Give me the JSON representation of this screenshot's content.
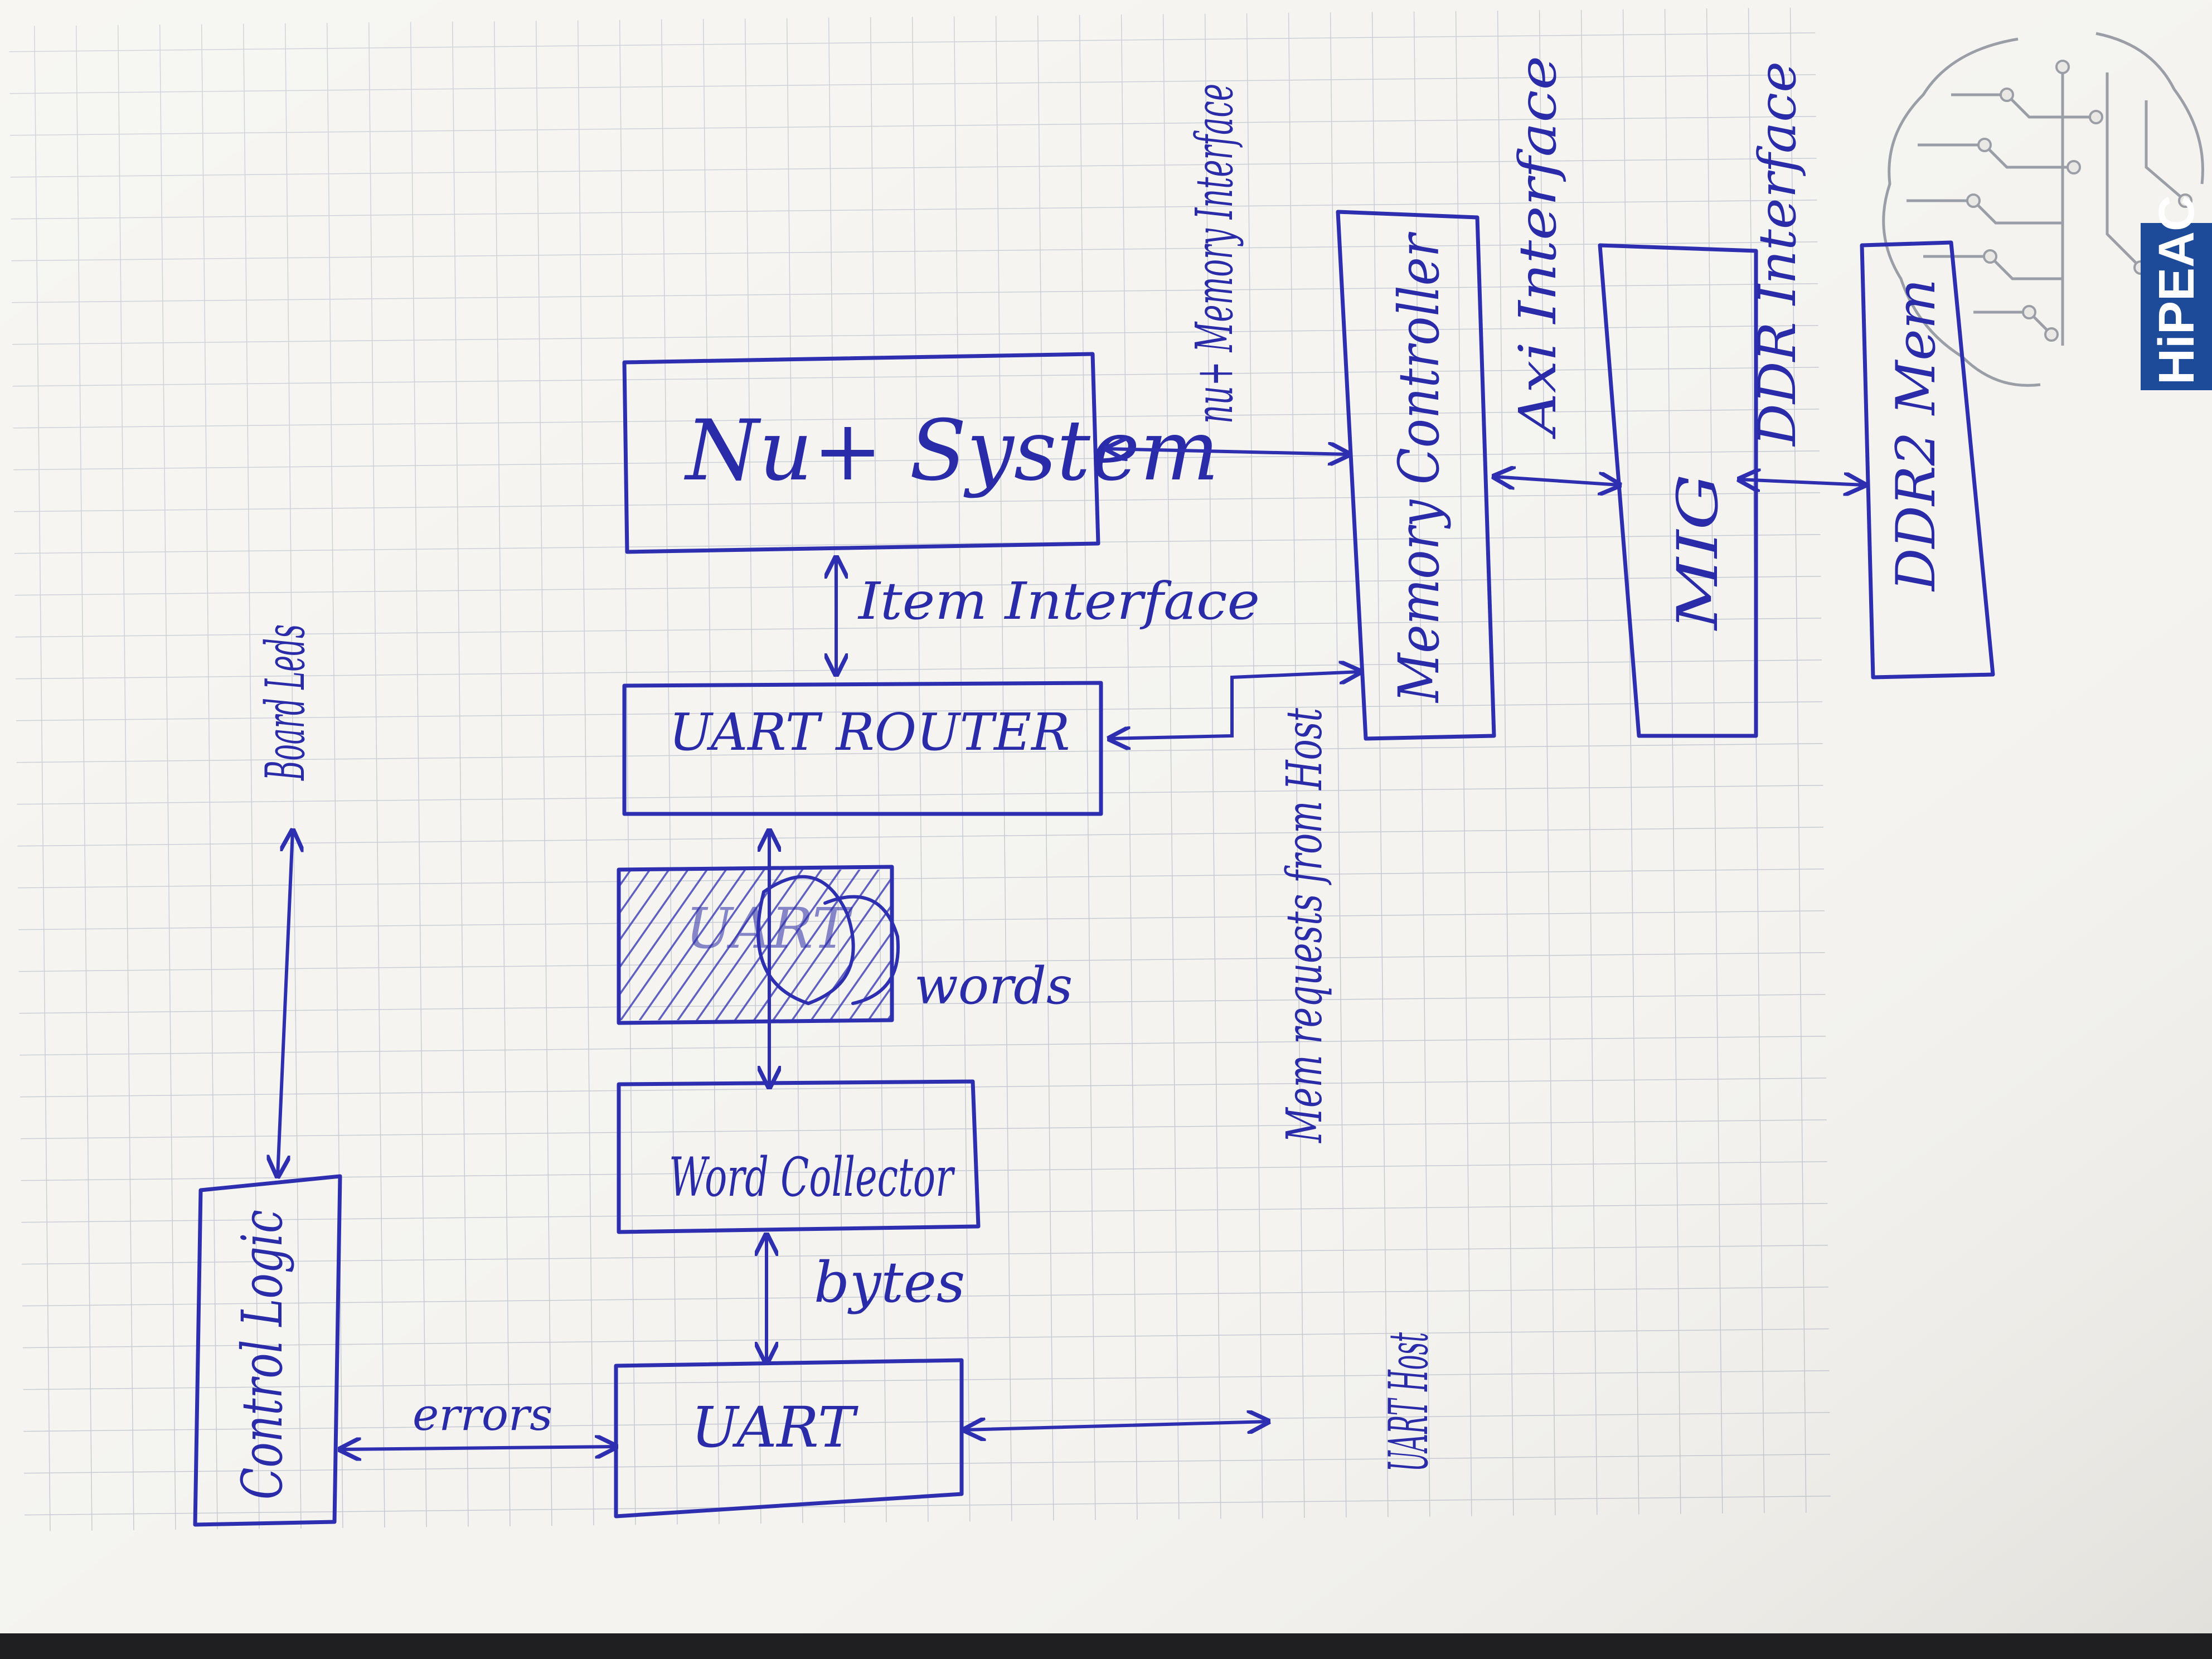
{
  "diagram": {
    "blocks": {
      "nu_system": "Nu+ System",
      "uart_router": "UART ROUTER",
      "scratched_uart": "UART",
      "word_collector": "Word Collector",
      "uart": "UART",
      "control_logic": "Control Logic",
      "memory_controller": "Memory Controller",
      "mig": "MIG",
      "ddr2_mem": "DDR2 Mem"
    },
    "labels": {
      "nu_memory_interface": "nu+ Memory Interface",
      "item_interface": "Item Interface",
      "axi_interface": "Axi Interface",
      "ddr_interface": "DDR Interface",
      "mem_requests_from_host": "Mem requests from Host",
      "words": "words",
      "bytes": "bytes",
      "errors": "errors",
      "board_leds": "Board Leds",
      "uart_host": "UART Host"
    },
    "logo_text": "HiPEAC"
  },
  "colors": {
    "ink": "#2d2fb0",
    "paper": "#f3f2ee",
    "grid": "#c9cdd6",
    "logo_blue": "#1e4a9a"
  }
}
